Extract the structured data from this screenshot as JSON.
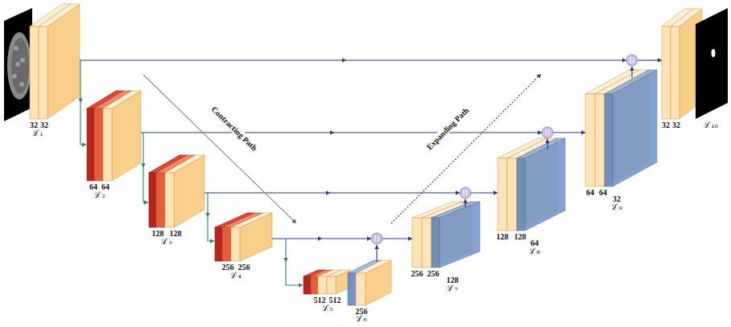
{
  "diagram": {
    "labels": [
      "32",
      "32",
      "ℒ₁",
      "64",
      "64",
      "ℒ₂",
      "128",
      "128",
      "ℒ₃",
      "256",
      "256",
      "ℒ₄",
      "512",
      "512",
      "ℒ₅",
      "256",
      "ℒ₆",
      "256",
      "256",
      "128",
      "ℒ₇",
      "128",
      "128",
      "64",
      "ℒ₈",
      "64",
      "64",
      "32",
      "ℒ₉",
      "32",
      "32",
      "ℒ₁₀",
      "Contracting Path",
      "Expanding Path"
    ]
  }
}
